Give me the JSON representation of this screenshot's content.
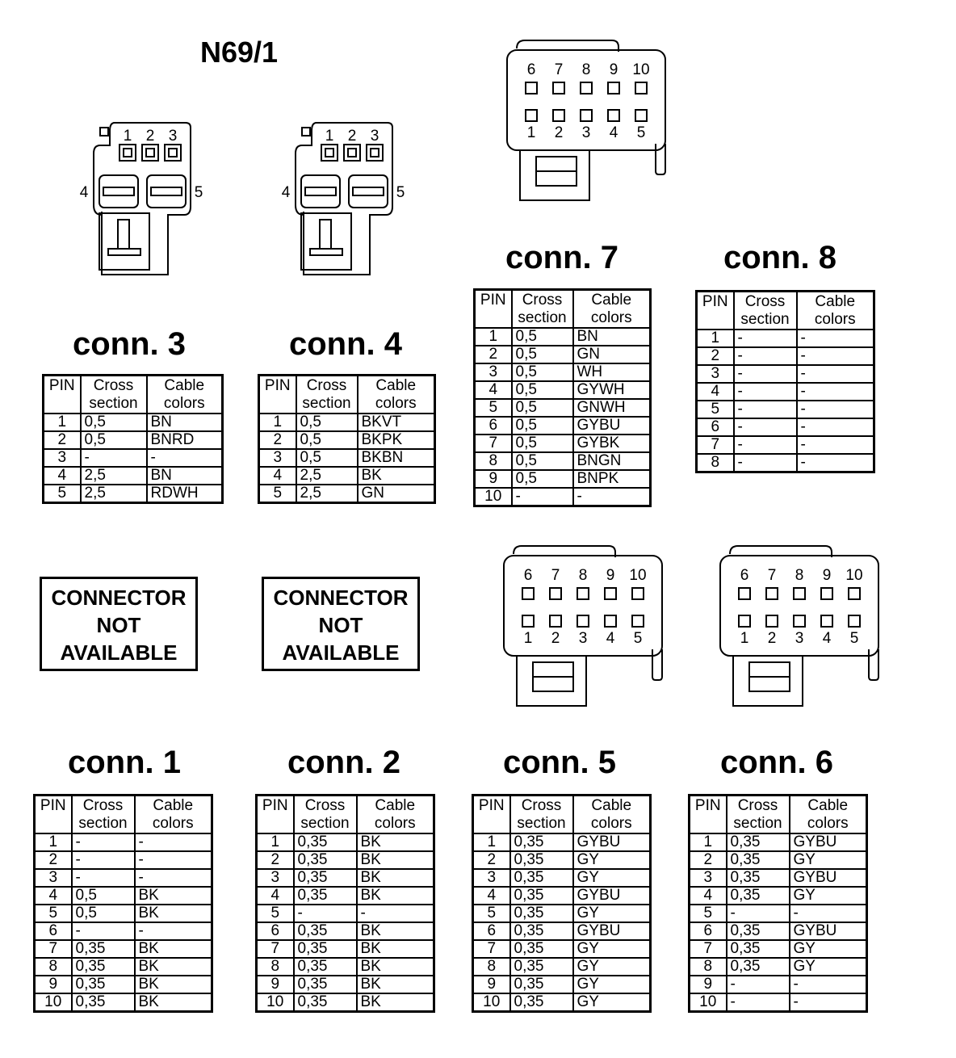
{
  "page_title": "N69/1",
  "table_headers": {
    "pin": "PIN",
    "cross_line1": "Cross",
    "cross_line2": "section",
    "colors_line1": "Cable",
    "colors_line2": "colors"
  },
  "not_available": {
    "line1": "CONNECTOR",
    "line2": "NOT",
    "line3": "AVAILABLE"
  },
  "small_connector": {
    "top_pins": [
      "1",
      "2",
      "3"
    ],
    "left_pin": "4",
    "right_pin": "5"
  },
  "large_connector": {
    "top_pins": [
      "6",
      "7",
      "8",
      "9",
      "10"
    ],
    "bottom_pins": [
      "1",
      "2",
      "3",
      "4",
      "5"
    ]
  },
  "connectors": {
    "conn3": {
      "title": "conn. 3",
      "rows": [
        [
          "1",
          "0,5",
          "BN"
        ],
        [
          "2",
          "0,5",
          "BNRD"
        ],
        [
          "3",
          "-",
          "-"
        ],
        [
          "4",
          "2,5",
          "BN"
        ],
        [
          "5",
          "2,5",
          "RDWH"
        ]
      ]
    },
    "conn4": {
      "title": "conn. 4",
      "rows": [
        [
          "1",
          "0,5",
          "BKVT"
        ],
        [
          "2",
          "0,5",
          "BKPK"
        ],
        [
          "3",
          "0,5",
          "BKBN"
        ],
        [
          "4",
          "2,5",
          "BK"
        ],
        [
          "5",
          "2,5",
          "GN"
        ]
      ]
    },
    "conn7": {
      "title": "conn. 7",
      "rows": [
        [
          "1",
          "0,5",
          "BN"
        ],
        [
          "2",
          "0,5",
          "GN"
        ],
        [
          "3",
          "0,5",
          "WH"
        ],
        [
          "4",
          "0,5",
          "GYWH"
        ],
        [
          "5",
          "0,5",
          "GNWH"
        ],
        [
          "6",
          "0,5",
          "GYBU"
        ],
        [
          "7",
          "0,5",
          "GYBK"
        ],
        [
          "8",
          "0,5",
          "BNGN"
        ],
        [
          "9",
          "0,5",
          "BNPK"
        ],
        [
          "10",
          "-",
          "-"
        ]
      ]
    },
    "conn8": {
      "title": "conn.  8",
      "rows": [
        [
          "1",
          "-",
          "-"
        ],
        [
          "2",
          "-",
          "-"
        ],
        [
          "3",
          "-",
          "-"
        ],
        [
          "4",
          "-",
          "-"
        ],
        [
          "5",
          "-",
          "-"
        ],
        [
          "6",
          "-",
          "-"
        ],
        [
          "7",
          "-",
          "-"
        ],
        [
          "8",
          "-",
          "-"
        ]
      ]
    },
    "conn1": {
      "title": "conn. 1",
      "rows": [
        [
          "1",
          "-",
          "-"
        ],
        [
          "2",
          "-",
          "-"
        ],
        [
          "3",
          "-",
          "-"
        ],
        [
          "4",
          "0,5",
          "BK"
        ],
        [
          "5",
          "0,5",
          "BK"
        ],
        [
          "6",
          "-",
          "-"
        ],
        [
          "7",
          "0,35",
          "BK"
        ],
        [
          "8",
          "0,35",
          "BK"
        ],
        [
          "9",
          "0,35",
          "BK"
        ],
        [
          "10",
          "0,35",
          "BK"
        ]
      ]
    },
    "conn2": {
      "title": "conn. 2",
      "rows": [
        [
          "1",
          "0,35",
          "BK"
        ],
        [
          "2",
          "0,35",
          "BK"
        ],
        [
          "3",
          "0,35",
          "BK"
        ],
        [
          "4",
          "0,35",
          "BK"
        ],
        [
          "5",
          "-",
          "-"
        ],
        [
          "6",
          "0,35",
          "BK"
        ],
        [
          "7",
          "0,35",
          "BK"
        ],
        [
          "8",
          "0,35",
          "BK"
        ],
        [
          "9",
          "0,35",
          "BK"
        ],
        [
          "10",
          "0,35",
          "BK"
        ]
      ]
    },
    "conn5": {
      "title": "conn. 5",
      "rows": [
        [
          "1",
          "0,35",
          "GYBU"
        ],
        [
          "2",
          "0,35",
          "GY"
        ],
        [
          "3",
          "0,35",
          "GY"
        ],
        [
          "4",
          "0,35",
          "GYBU"
        ],
        [
          "5",
          "0,35",
          "GY"
        ],
        [
          "6",
          "0,35",
          "GYBU"
        ],
        [
          "7",
          "0,35",
          "GY"
        ],
        [
          "8",
          "0,35",
          "GY"
        ],
        [
          "9",
          "0,35",
          "GY"
        ],
        [
          "10",
          "0,35",
          "GY"
        ]
      ]
    },
    "conn6": {
      "title": "conn. 6",
      "rows": [
        [
          "1",
          "0,35",
          "GYBU"
        ],
        [
          "2",
          "0,35",
          "GY"
        ],
        [
          "3",
          "0,35",
          "GYBU"
        ],
        [
          "4",
          "0,35",
          "GY"
        ],
        [
          "5",
          "-",
          "-"
        ],
        [
          "6",
          "0,35",
          "GYBU"
        ],
        [
          "7",
          "0,35",
          "GY"
        ],
        [
          "8",
          "0,35",
          "GY"
        ],
        [
          "9",
          "-",
          "-"
        ],
        [
          "10",
          "-",
          "-"
        ]
      ]
    }
  }
}
